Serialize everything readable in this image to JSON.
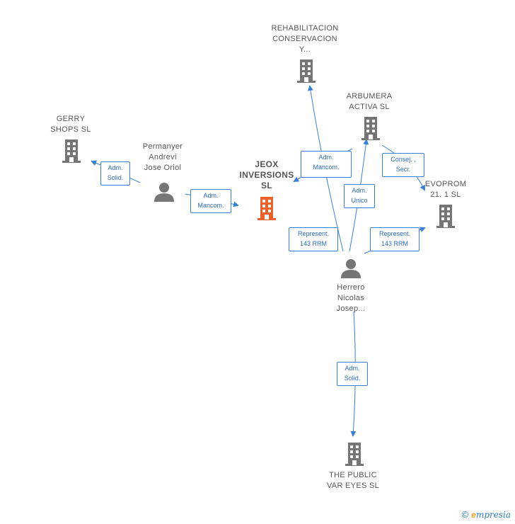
{
  "nodes": {
    "rehabilitacion": {
      "label": "REHABILITACION\nCONSERVACION\nY...",
      "type": "company"
    },
    "arbumera": {
      "label": "ARBUMERA\nACTIVA  SL",
      "type": "company"
    },
    "gerry": {
      "label": "GERRY\nSHOPS  SL",
      "type": "company"
    },
    "permanyer": {
      "label": "Permanyer\nAndrevi\nJose Oriol",
      "type": "person"
    },
    "jeox": {
      "label": "JEOX\nINVERSIONS\nSL",
      "type": "company-main"
    },
    "evoprom": {
      "label": "EVOPROM\n21. 1  SL",
      "type": "company"
    },
    "herrero": {
      "label": "Herrero\nNicolas\nJosep...",
      "type": "person"
    },
    "thepublic": {
      "label": "THE PUBLIC\nVAR EYES  SL",
      "type": "company"
    }
  },
  "edges": {
    "perm_gerry": "Adm.\nSolid.",
    "perm_jeox": "Adm.\nMancom.",
    "herr_jeox": "Adm.\nMancom.",
    "herr_arbumera": "Adm.\nUnico",
    "arbumera_evoprom": "Consej. ,\nSecr.",
    "herr_rehab": "Represent.\n143 RRM",
    "herr_evoprom": "Represent.\n143 RRM",
    "herr_public": "Adm.\nSolid."
  },
  "colors": {
    "edge": "#3a7fd6",
    "company_icon": "#757575",
    "main_icon": "#f0602a",
    "person_icon": "#757575"
  },
  "brand": {
    "copyright": "©",
    "e": "e",
    "rest": "mpresia"
  }
}
